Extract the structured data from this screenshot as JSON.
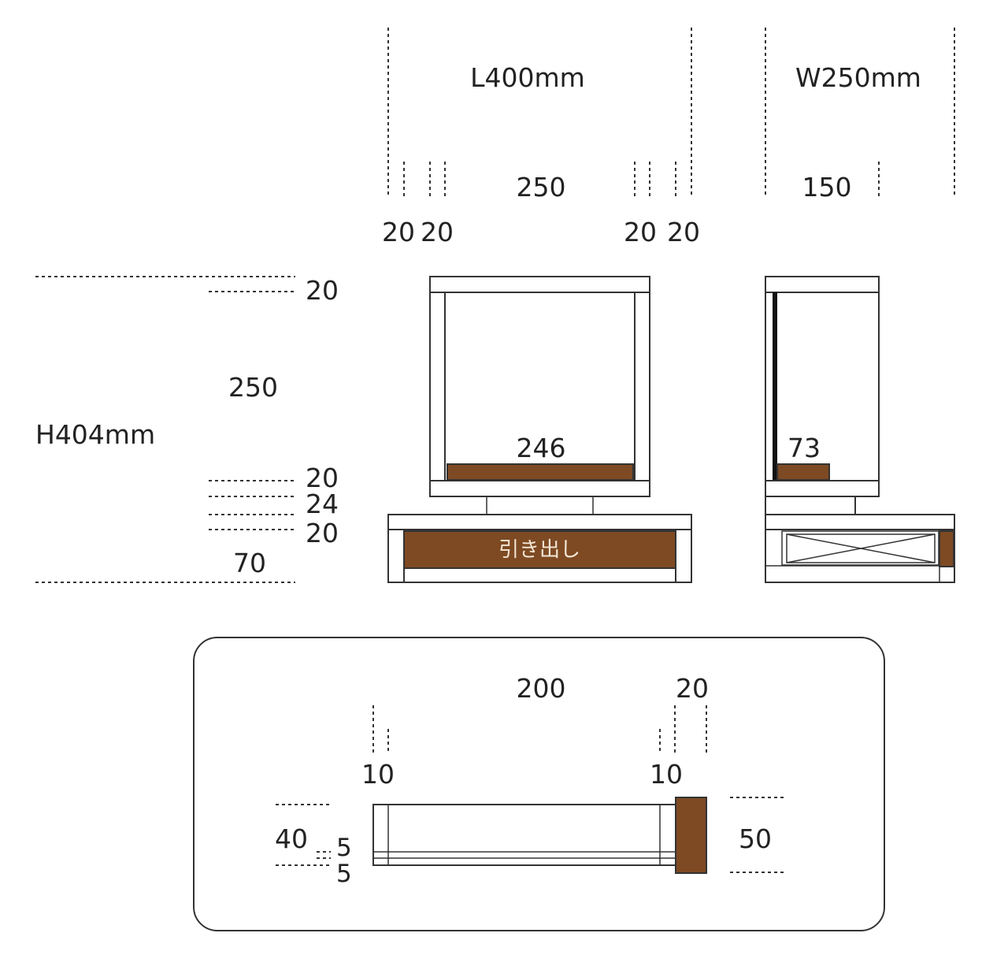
{
  "labels": {
    "length_total": "L400mm",
    "width_total": "W250mm",
    "height_total": "H404mm",
    "front_inner_width": "250",
    "front_board_1": "20",
    "front_board_2": "20",
    "front_board_3": "20",
    "front_board_4": "20",
    "side_inner_width": "150",
    "top_board": "20",
    "cabinet_inner_height": "250",
    "shelf_board": "20",
    "spacer_height": "24",
    "base_top_board": "20",
    "base_height": "70",
    "front_tray_width": "246",
    "side_tray_width": "73",
    "drawer_label": "引き出し",
    "detail_inner_width": "200",
    "detail_front_thickness": "20",
    "detail_left_wall": "10",
    "detail_right_wall": "10",
    "detail_box_height": "40",
    "detail_bottom_gap": "5",
    "detail_bottom_board": "5",
    "detail_front_height": "50"
  },
  "colors": {
    "wood_accent": "#7e4a23",
    "line": "#333333",
    "panel_fill": "#ffffff",
    "drawer_text": "#f3e6d6"
  }
}
